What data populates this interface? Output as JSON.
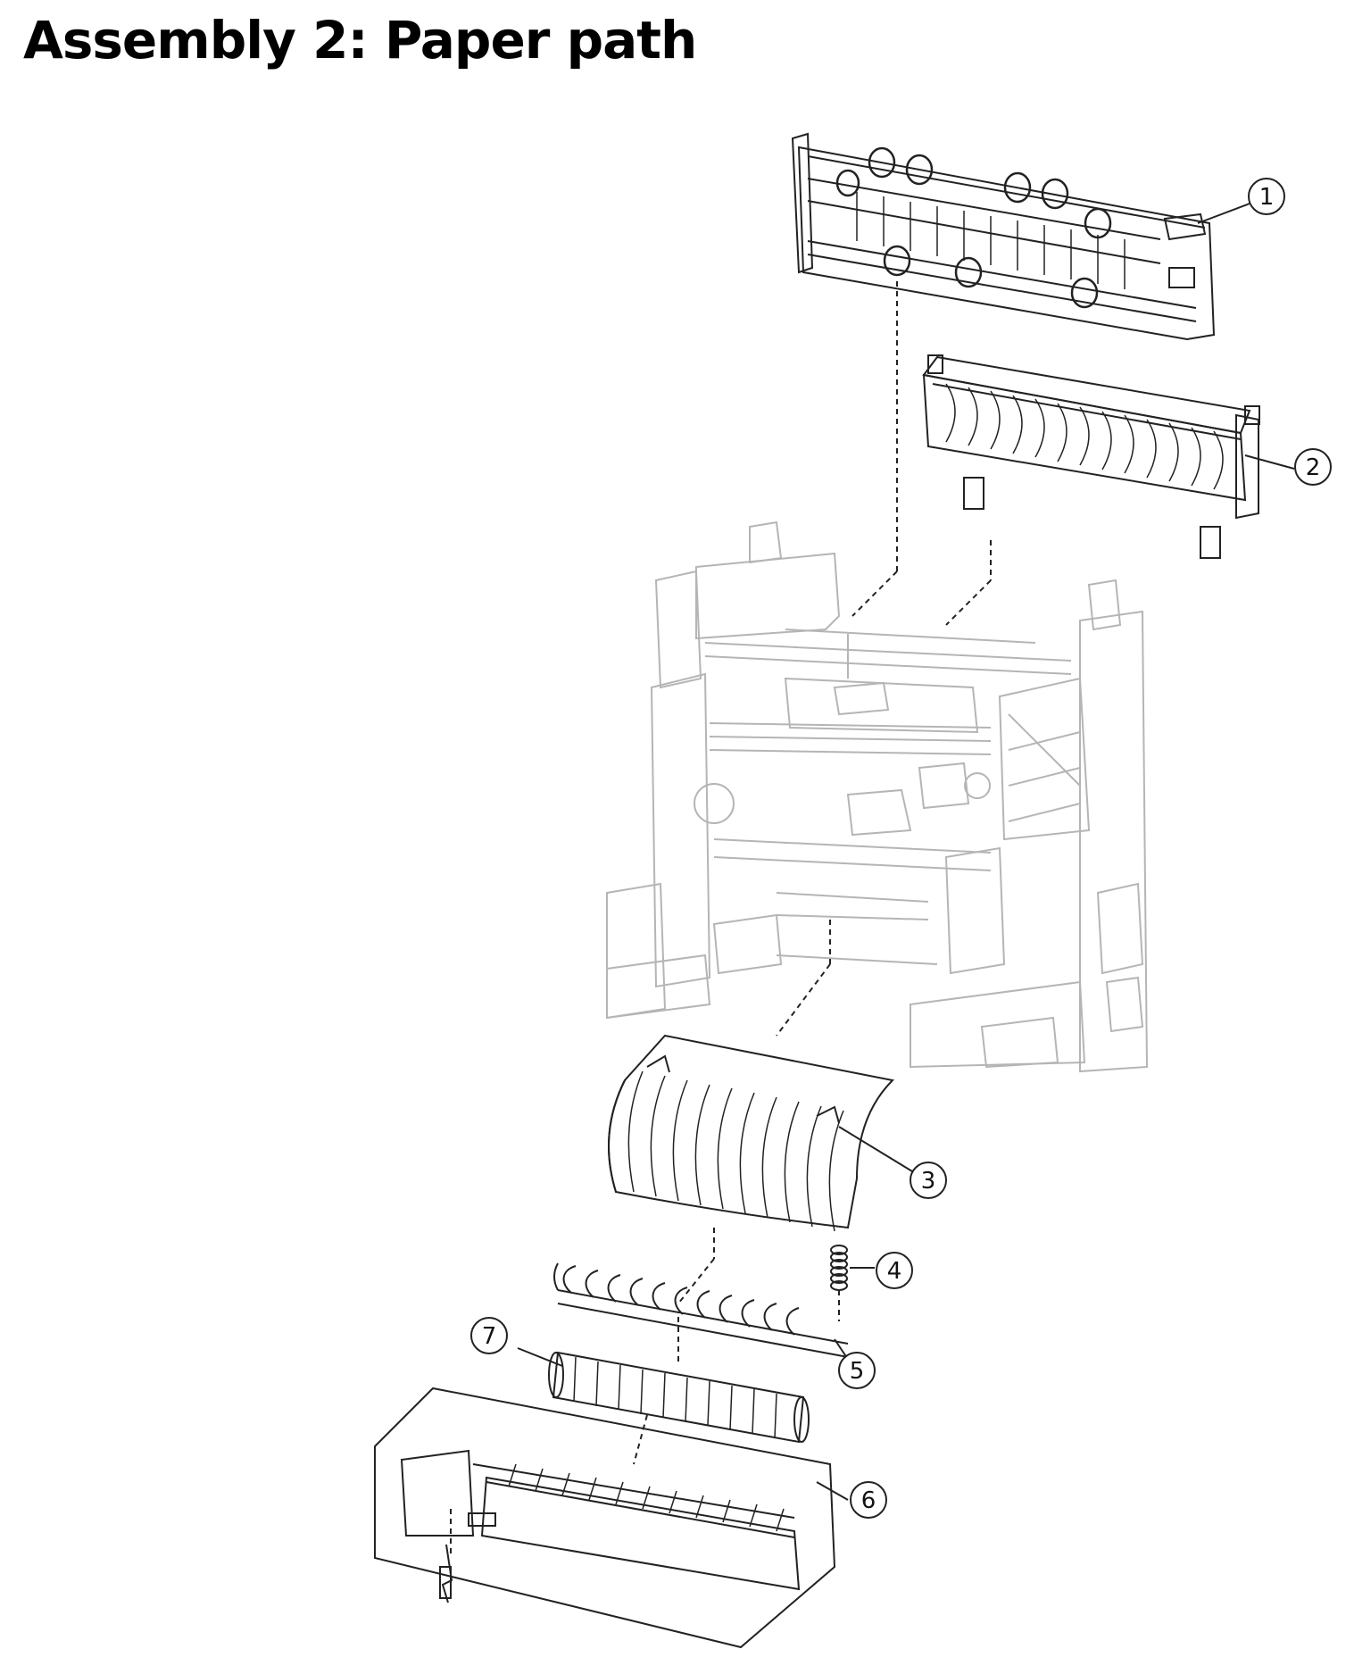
{
  "title": "Assembly 2: Paper path",
  "callouts": [
    {
      "id": "1",
      "label": "1"
    },
    {
      "id": "2",
      "label": "2"
    },
    {
      "id": "3",
      "label": "3"
    },
    {
      "id": "4",
      "label": "4"
    },
    {
      "id": "5",
      "label": "5"
    },
    {
      "id": "6",
      "label": "6"
    },
    {
      "id": "7",
      "label": "7"
    }
  ],
  "colors": {
    "line": "#222222",
    "frame": "#bbbbbb"
  }
}
